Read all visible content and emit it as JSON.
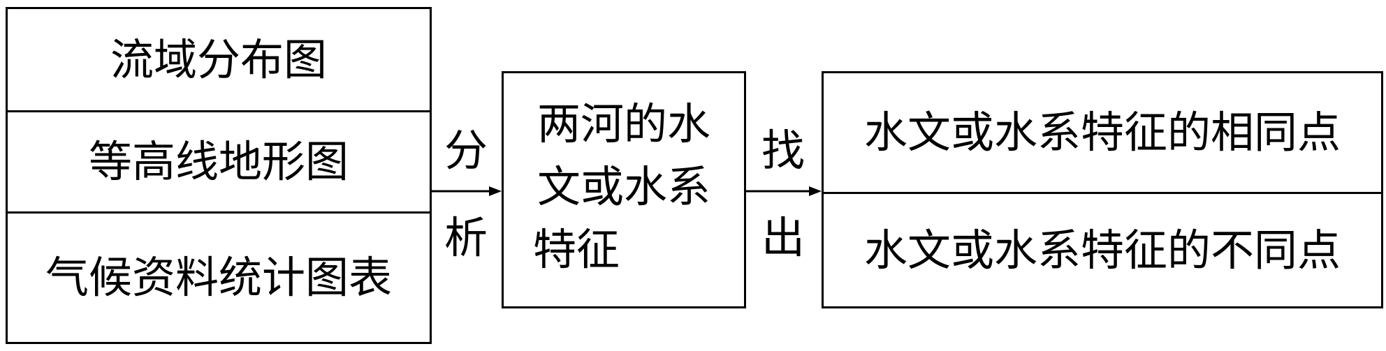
{
  "left_box": {
    "items": [
      "流域分布图",
      "等高线地形图",
      "气候资料统计图表"
    ]
  },
  "arrow1": {
    "top_label": "分",
    "bottom_label": "析"
  },
  "middle_box": {
    "lines": [
      "两河的水",
      "文或水系",
      "特征"
    ]
  },
  "arrow2": {
    "top_label": "找",
    "bottom_label": "出"
  },
  "right_box": {
    "items": [
      "水文或水系特征的相同点",
      "水文或水系特征的不同点"
    ]
  }
}
